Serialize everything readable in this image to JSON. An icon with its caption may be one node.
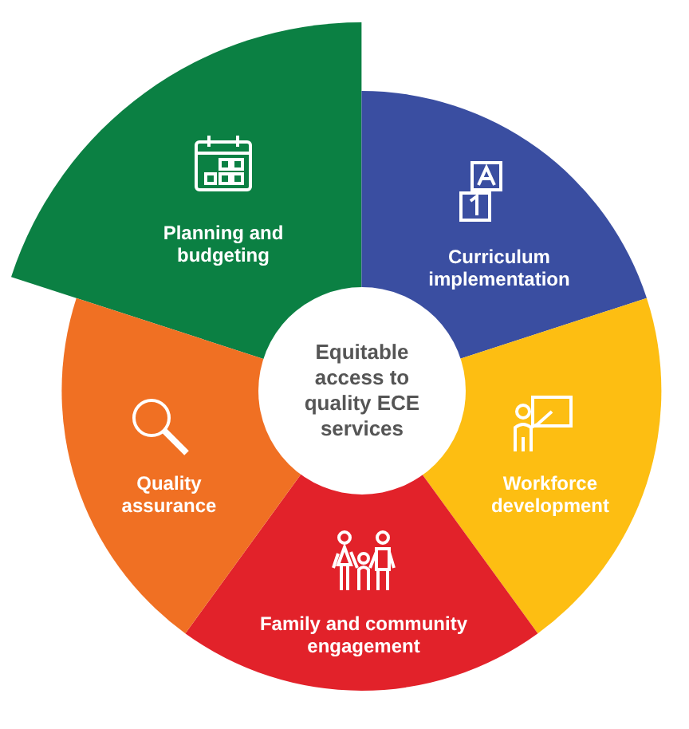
{
  "diagram": {
    "nodes": [
      {
        "text": [
          "Equitable access to quality ECE services"
        ]
      },
      {
        "text": [
          "Planning and budgeting"
        ]
      },
      {
        "text": [
          "Curriculum implementation"
        ]
      },
      {
        "text": [
          "Workforce development"
        ]
      },
      {
        "text": [
          "Family and community engagement"
        ]
      },
      {
        "text": [
          "Quality assurance"
        ]
      }
    ],
    "edges": []
  }
}
